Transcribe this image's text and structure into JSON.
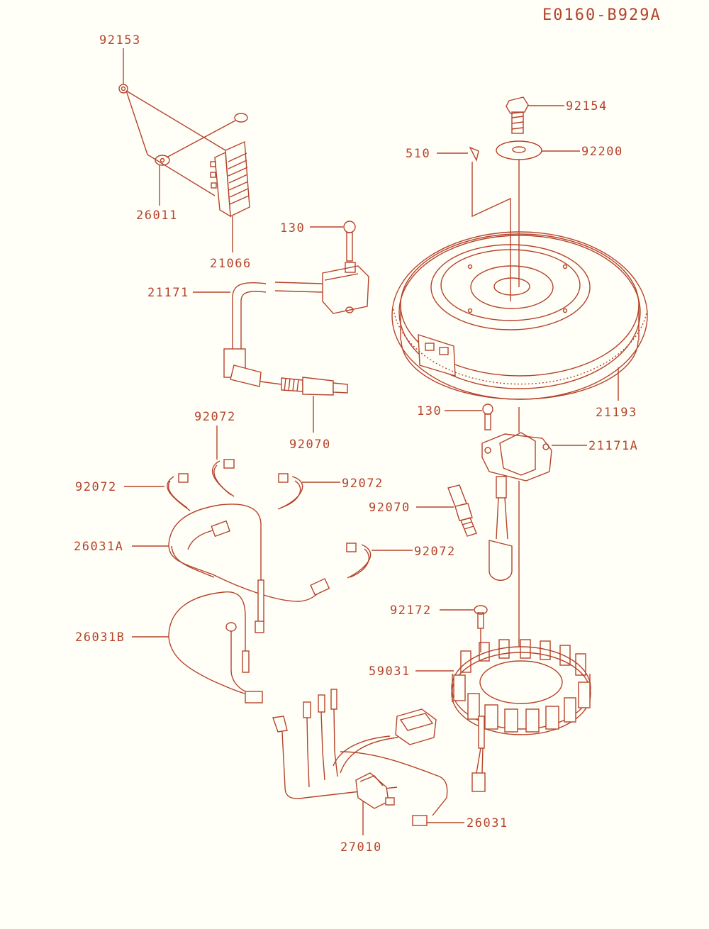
{
  "diagram": {
    "code": "E0160-B929A",
    "colors": {
      "line": "#b5432b",
      "paper": "#fffff8"
    },
    "labels": {
      "p92153": "92153",
      "p26011": "26011",
      "p21066": "21066",
      "p130a": "130",
      "p21171": "21171",
      "p92070a": "92070",
      "p92154": "92154",
      "p510": "510",
      "p92200": "92200",
      "p21193": "21193",
      "p130b": "130",
      "p21171A": "21171A",
      "p92072a": "92072",
      "p92072b": "92072",
      "p92072c": "92072",
      "p92072d": "92072",
      "p26031A": "26031A",
      "p92070b": "92070",
      "p92172": "92172",
      "p26031B": "26031B",
      "p59031": "59031",
      "p26031": "26031",
      "p27010": "27010"
    }
  }
}
